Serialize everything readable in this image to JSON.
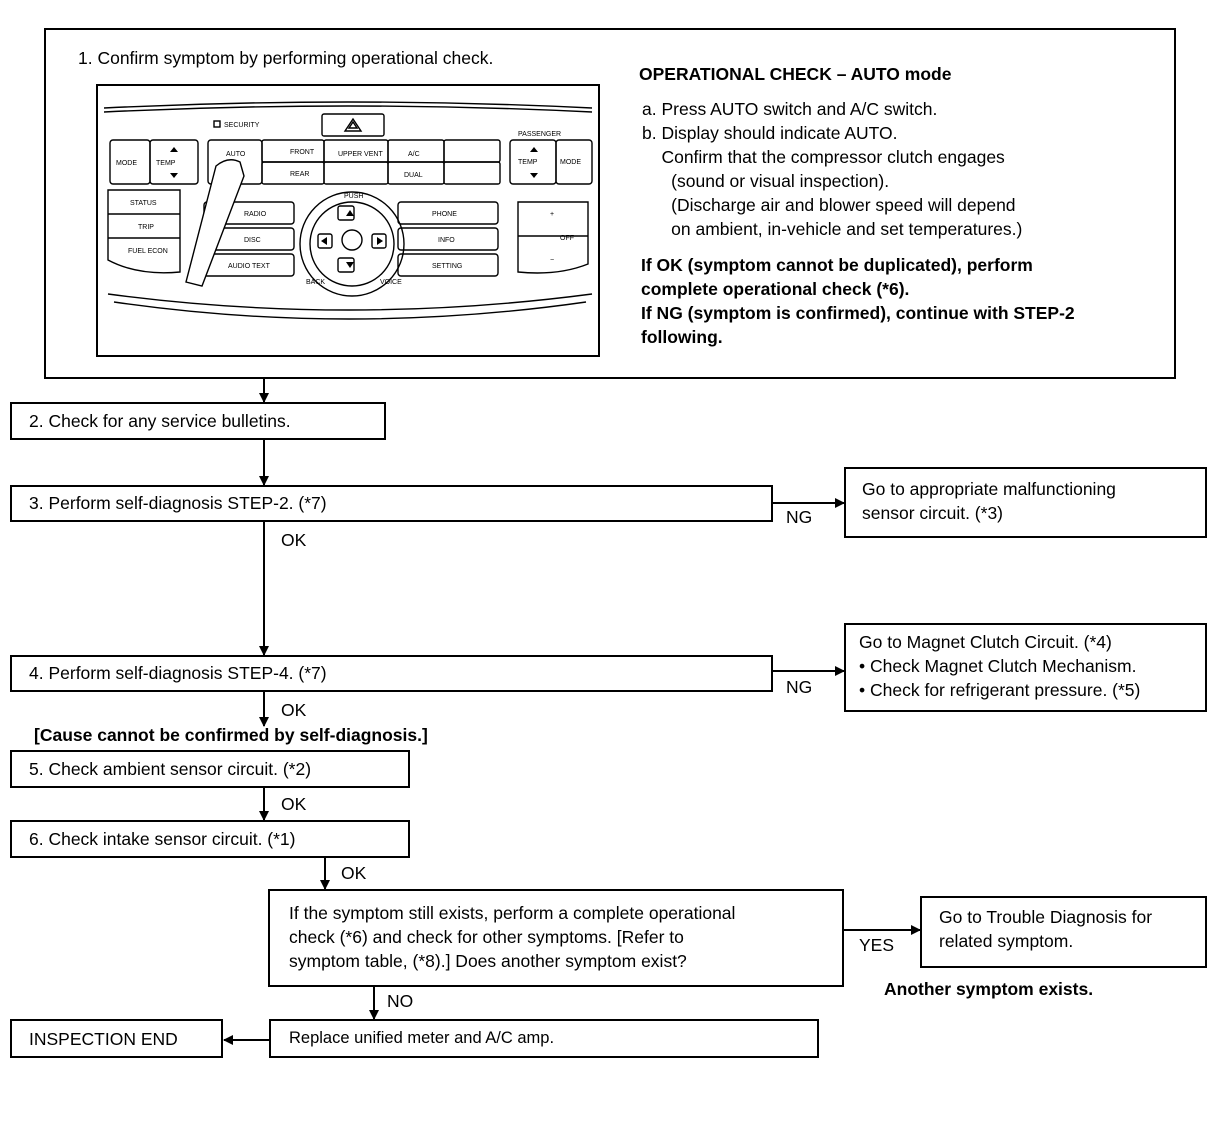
{
  "step1": {
    "title": "1. Confirm symptom by performing operational check.",
    "panel_labels": {
      "security": "SECURITY",
      "mode_left": "MODE",
      "temp_left": "TEMP",
      "auto": "AUTO",
      "front": "FRONT",
      "rear": "REAR",
      "upper_vent": "UPPER VENT",
      "ac": "A/C",
      "dual": "DUAL",
      "passenger": "PASSENGER",
      "temp_right": "TEMP",
      "mode_right": "MODE",
      "status": "STATUS",
      "trip": "TRIP",
      "fuel_econ": "FUEL ECON",
      "radio": "RADIO",
      "disc": "DISC",
      "audio_text": "AUDIO TEXT",
      "push": "PUSH",
      "back": "BACK",
      "voice": "VOICE",
      "phone": "PHONE",
      "info": "INFO",
      "setting": "SETTING",
      "plus": "+",
      "minus": "−",
      "off": "OFF"
    },
    "op_title": "OPERATIONAL CHECK – AUTO mode",
    "op_lines": [
      "a. Press AUTO switch and A/C switch.",
      "b. Display should indicate AUTO.",
      "    Confirm that the compressor clutch engages",
      "      (sound or visual inspection).",
      "      (Discharge air and blower speed will depend",
      "      on ambient, in-vehicle and set temperatures.)"
    ],
    "ok_ng_lines": [
      "If OK (symptom cannot be duplicated), perform",
      "complete operational check (*6).",
      "If NG (symptom is confirmed), continue with STEP-2",
      "following."
    ]
  },
  "step2": "2. Check for any service bulletins.",
  "step3": "3. Perform self-diagnosis STEP-2. (*7)",
  "step3_ng_box": [
    "Go to appropriate malfunctioning",
    "sensor circuit. (*3)"
  ],
  "step4": "4. Perform self-diagnosis STEP-4. (*7)",
  "step4_ng_box": [
    "Go to Magnet Clutch Circuit. (*4)",
    "• Check Magnet Clutch Mechanism.",
    "• Check for refrigerant pressure. (*5)"
  ],
  "cause_note": "[Cause cannot be confirmed by self-diagnosis.]",
  "step5": "5. Check ambient sensor circuit. (*2)",
  "step6": "6. Check intake sensor circuit. (*1)",
  "question_box": [
    "If the symptom still exists, perform a complete operational",
    "check (*6) and check for other symptoms. [Refer to",
    "symptom table, (*8).] Does another symptom exist?"
  ],
  "yes_box": [
    "Go to Trouble Diagnosis for",
    "related symptom."
  ],
  "another_symptom": "Another symptom exists.",
  "replace_box": "Replace unified meter and A/C amp.",
  "inspection_end": "INSPECTION END",
  "labels": {
    "ok": "OK",
    "ng": "NG",
    "yes": "YES",
    "no": "NO"
  }
}
